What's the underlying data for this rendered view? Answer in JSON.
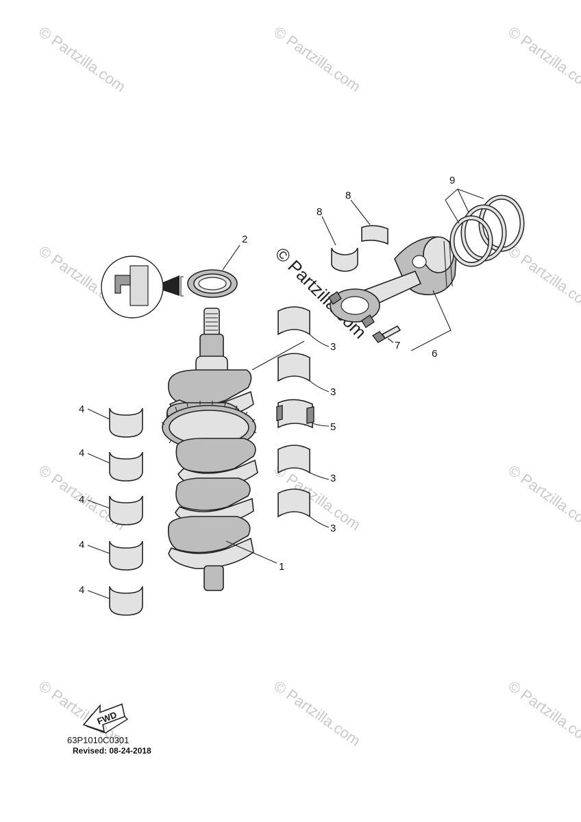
{
  "watermark": {
    "text": "© Partzilla.com",
    "center_text": "© Partzilla.com"
  },
  "callouts": {
    "c1": "1",
    "c2": "2",
    "c3a": "3",
    "c3b": "3",
    "c3c": "3",
    "c3d": "3",
    "c4a": "4",
    "c4b": "4",
    "c4c": "4",
    "c4d": "4",
    "c4e": "4",
    "c5": "5",
    "c6": "6",
    "c7": "7",
    "c8a": "8",
    "c8b": "8",
    "c9": "9"
  },
  "fwd_arrow": {
    "label": "FWD"
  },
  "reference": {
    "code": "63P1010C0301",
    "revised": "Revised: 08-24-2018"
  }
}
